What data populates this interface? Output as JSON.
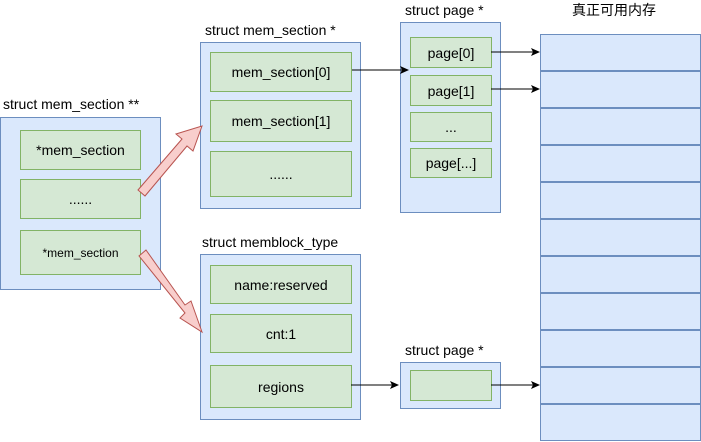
{
  "titles": {
    "mem_section_pp": "struct mem_section **",
    "mem_section_p": "struct mem_section *",
    "page_p_top": "struct page *",
    "memblock_type": "struct memblock_type",
    "page_p_bottom": "struct page *",
    "real_memory": "真正可用内存"
  },
  "mem_section_pp_cells": [
    "*mem_section",
    "......",
    "*mem_section"
  ],
  "mem_section_p_cells": [
    "mem_section[0]",
    "mem_section[1]",
    "......"
  ],
  "page_cells": [
    "page[0]",
    "page[1]",
    "...",
    "page[...]"
  ],
  "memblock_cells": [
    "name:reserved",
    "cnt:1",
    "regions"
  ],
  "page_bottom_cells": [
    ""
  ],
  "real_memory_rows": 11,
  "colors": {
    "container_fill": "#dae8fc",
    "container_stroke": "#6c8ebf",
    "cell_fill": "#d5e8d4",
    "cell_stroke": "#82b366",
    "big_arrow_fill": "#f8cecc",
    "big_arrow_stroke": "#b85450",
    "connector": "#000000"
  }
}
